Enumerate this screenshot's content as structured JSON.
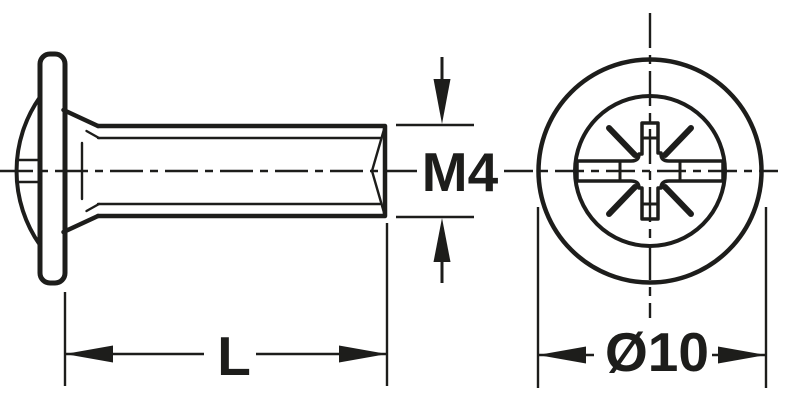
{
  "colors": {
    "line": "#1d1d1b",
    "background": "#ffffff"
  },
  "dimensions": {
    "thread_label": "M4",
    "length_label": "L",
    "head_diameter_label": "Ø10"
  }
}
